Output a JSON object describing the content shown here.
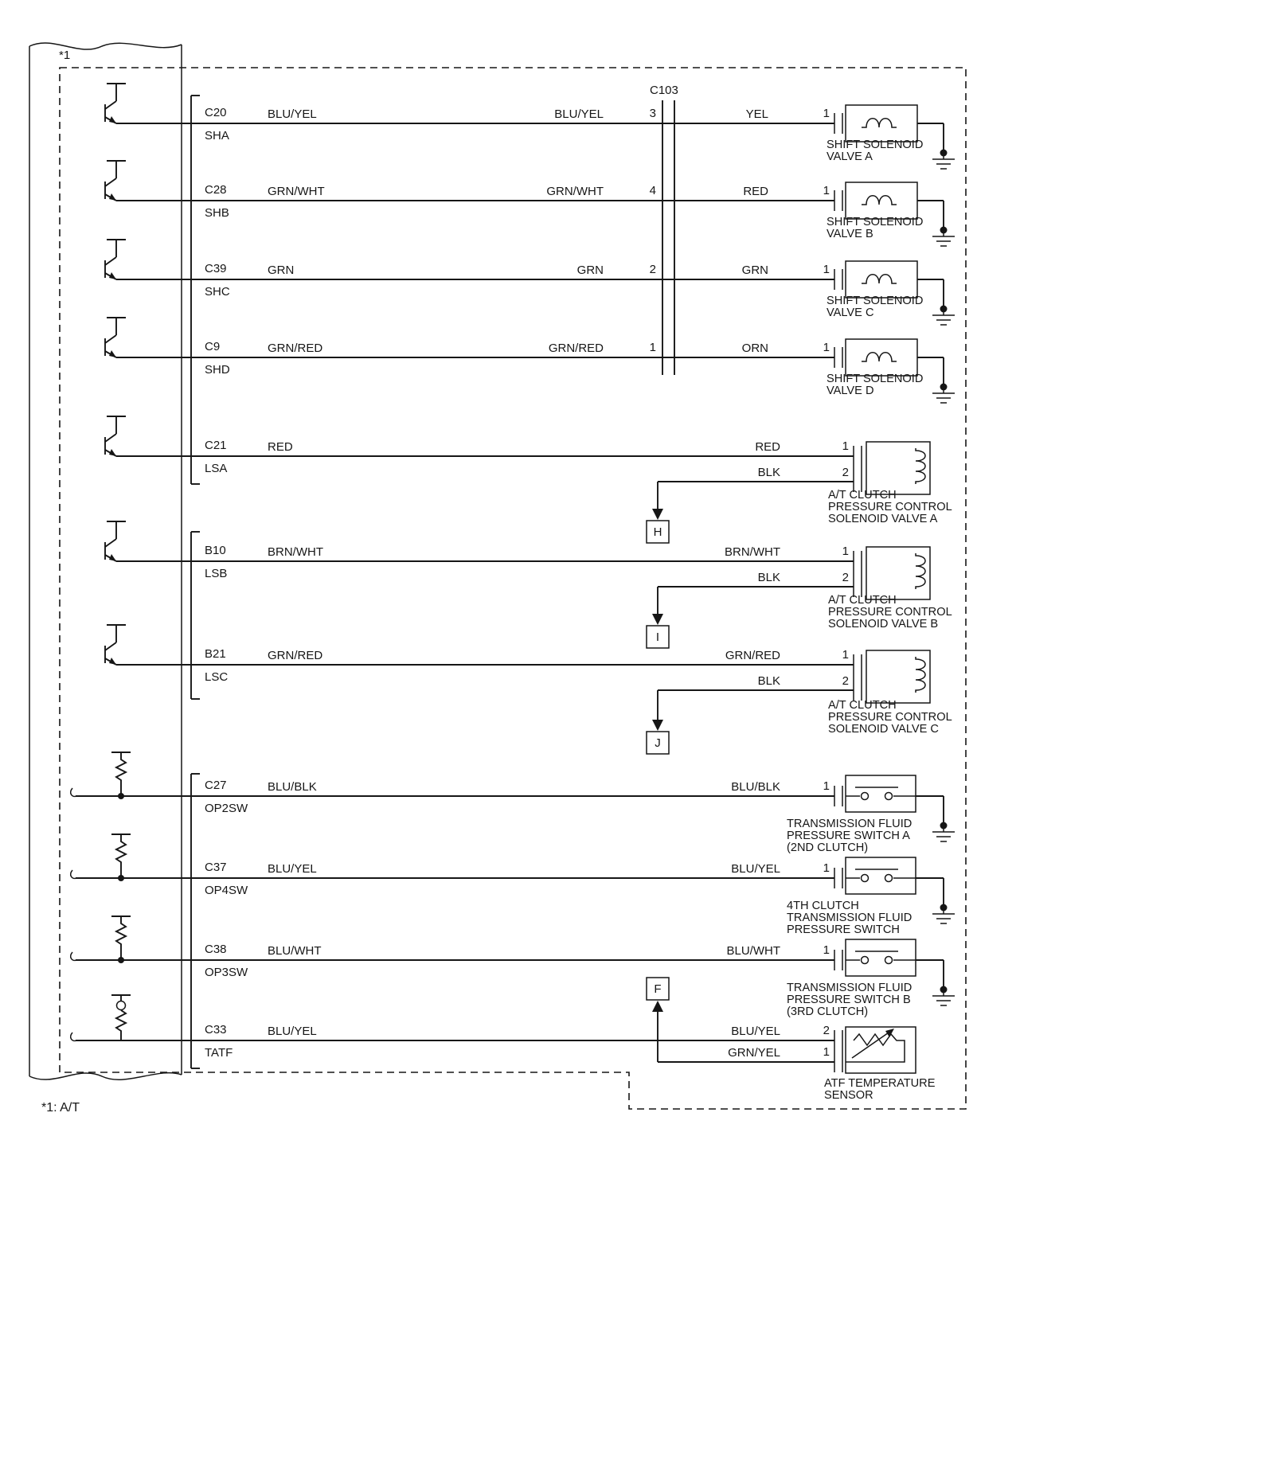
{
  "meta": {
    "note_top": "*1",
    "note_bottom": "*1: A/T",
    "ink_color": "#161616",
    "background_color": "#ffffff"
  },
  "c103": {
    "label": "C103"
  },
  "rows": [
    {
      "pin": "C20",
      "signal": "SHA",
      "wire_left": "BLU/YEL",
      "wire_mid": "BLU/YEL",
      "c103_pin": "3",
      "wire_right": "YEL",
      "comp_pin": "1",
      "comp1": "SHIFT SOLENOID",
      "comp2": "VALVE A"
    },
    {
      "pin": "C28",
      "signal": "SHB",
      "wire_left": "GRN/WHT",
      "wire_mid": "GRN/WHT",
      "c103_pin": "4",
      "wire_right": "RED",
      "comp_pin": "1",
      "comp1": "SHIFT SOLENOID",
      "comp2": "VALVE B"
    },
    {
      "pin": "C39",
      "signal": "SHC",
      "wire_left": "GRN",
      "wire_mid": "GRN",
      "c103_pin": "2",
      "wire_right": "GRN",
      "comp_pin": "1",
      "comp1": "SHIFT SOLENOID",
      "comp2": "VALVE C"
    },
    {
      "pin": "C9",
      "signal": "SHD",
      "wire_left": "GRN/RED",
      "wire_mid": "GRN/RED",
      "c103_pin": "1",
      "wire_right": "ORN",
      "comp_pin": "1",
      "comp1": "SHIFT SOLENOID",
      "comp2": "VALVE D"
    },
    {
      "pin": "C21",
      "signal": "LSA",
      "wire_left": "RED",
      "wire_right": "RED",
      "pin1": "1",
      "wire_black": "BLK",
      "pin2": "2",
      "jump": "H",
      "comp1": "A/T CLUTCH",
      "comp2": "PRESSURE CONTROL",
      "comp3": "SOLENOID VALVE A"
    },
    {
      "pin": "B10",
      "signal": "LSB",
      "wire_left": "BRN/WHT",
      "wire_right": "BRN/WHT",
      "pin1": "1",
      "wire_black": "BLK",
      "pin2": "2",
      "jump": "I",
      "comp1": "A/T CLUTCH",
      "comp2": "PRESSURE CONTROL",
      "comp3": "SOLENOID VALVE B"
    },
    {
      "pin": "B21",
      "signal": "LSC",
      "wire_left": "GRN/RED",
      "wire_right": "GRN/RED",
      "pin1": "1",
      "wire_black": "BLK",
      "pin2": "2",
      "jump": "J",
      "comp1": "A/T CLUTCH",
      "comp2": "PRESSURE CONTROL",
      "comp3": "SOLENOID VALVE C"
    },
    {
      "pin": "C27",
      "signal": "OP2SW",
      "wire_left": "BLU/BLK",
      "wire_right": "BLU/BLK",
      "comp_pin": "1",
      "comp1": "TRANSMISSION FLUID",
      "comp2": "PRESSURE SWITCH A",
      "comp3": "(2ND CLUTCH)"
    },
    {
      "pin": "C37",
      "signal": "OP4SW",
      "wire_left": "BLU/YEL",
      "wire_right": "BLU/YEL",
      "comp_pin": "1",
      "comp1": "4TH CLUTCH",
      "comp2": "TRANSMISSION FLUID",
      "comp3": "PRESSURE SWITCH"
    },
    {
      "pin": "C38",
      "signal": "OP3SW",
      "wire_left": "BLU/WHT",
      "wire_right": "BLU/WHT",
      "comp_pin": "1",
      "jump": "F",
      "comp1": "TRANSMISSION FLUID",
      "comp2": "PRESSURE SWITCH B",
      "comp3": "(3RD CLUTCH)"
    },
    {
      "pin": "C33",
      "signal": "TATF",
      "wire_left": "BLU/YEL",
      "wire_right": "BLU/YEL",
      "pin_top": "2",
      "wire_bottom": "GRN/YEL",
      "pin_bottom": "1",
      "comp1": "ATF TEMPERATURE",
      "comp2": "SENSOR"
    }
  ]
}
